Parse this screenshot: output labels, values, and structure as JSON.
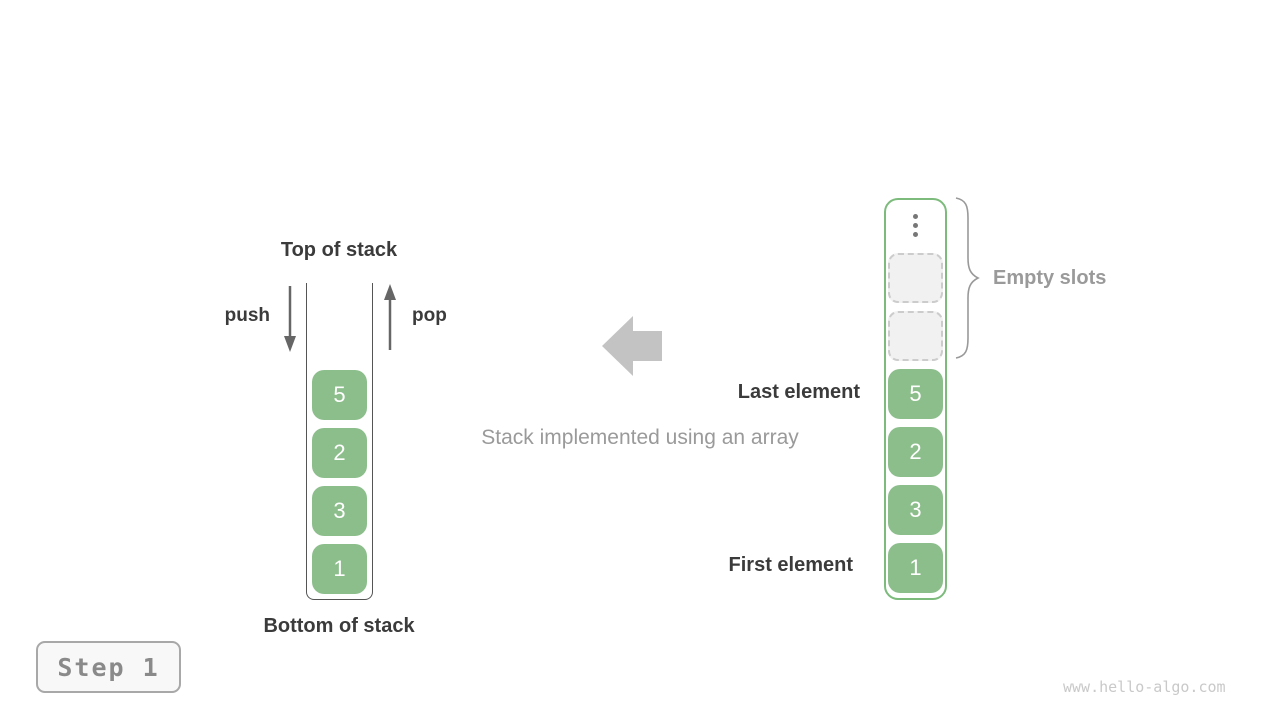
{
  "colors": {
    "cell_green": "#8CBE8C",
    "container_green": "#7CBB7C",
    "label_dark": "#3B3B3B",
    "muted_gray": "#9A9A9A",
    "arrow_gray": "#C3C3C3"
  },
  "stack_diagram": {
    "top_label": "Top of stack",
    "bottom_label": "Bottom of stack",
    "push_label": "push",
    "pop_label": "pop",
    "cells": [
      "5",
      "2",
      "3",
      "1"
    ]
  },
  "caption": "Stack implemented using an array",
  "array_diagram": {
    "last_element_label": "Last element",
    "first_element_label": "First element",
    "empty_slots_label": "Empty slots",
    "empty_slot_count": 2,
    "ellipsis_icon": "vertical-ellipsis",
    "cells": [
      "5",
      "2",
      "3",
      "1"
    ]
  },
  "step_badge": {
    "label": "Step 1"
  },
  "watermark": "www.hello-algo.com"
}
